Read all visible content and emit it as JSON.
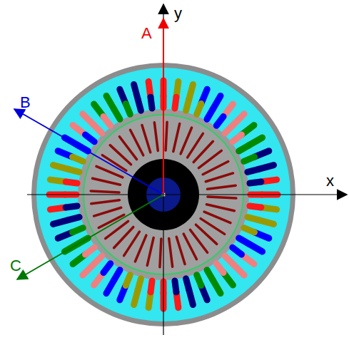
{
  "diagram": {
    "labels": [
      "A",
      "y",
      "B",
      "x",
      "C"
    ]
  }
}
